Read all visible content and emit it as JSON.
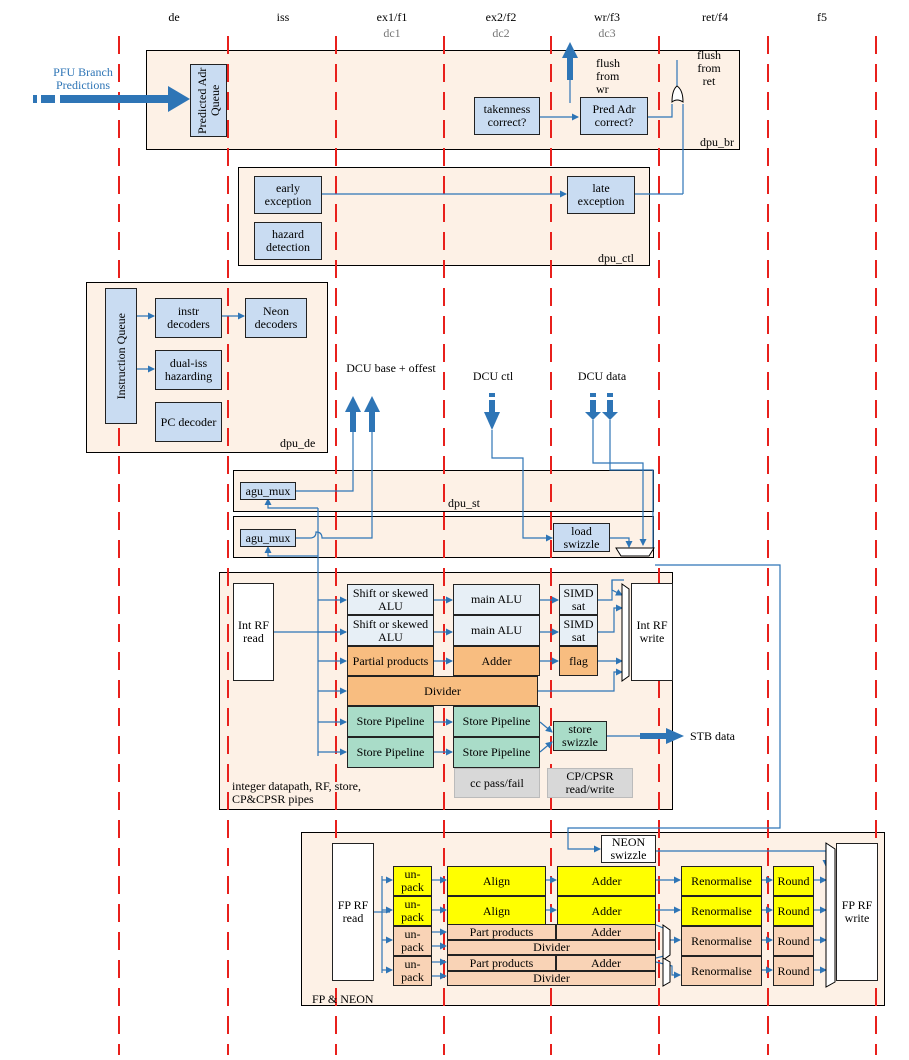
{
  "stages": [
    {
      "name": "de",
      "sub": ""
    },
    {
      "name": "iss",
      "sub": ""
    },
    {
      "name": "ex1/f1",
      "sub": "dc1"
    },
    {
      "name": "ex2/f2",
      "sub": "dc2"
    },
    {
      "name": "wr/f3",
      "sub": "dc3"
    },
    {
      "name": "ret/f4",
      "sub": ""
    },
    {
      "name": "f5",
      "sub": ""
    }
  ],
  "colors": {
    "stage_line": "#e8201c",
    "arrow": "#2e75b6",
    "region_fill": "#fdf1e6"
  },
  "pfu": {
    "label": "PFU Branch Predictions"
  },
  "dpu_br": {
    "label": "dpu_br",
    "predicted_queue": "Predicted Adr Queue",
    "takenness": "takenness correct?",
    "pred_adr": "Pred Adr correct?",
    "flush_wr": "flush from wr",
    "flush_ret": "flush from ret"
  },
  "dpu_ctl": {
    "label": "dpu_ctl",
    "early_exception": "early exception",
    "late_exception": "late exception",
    "hazard_detection": "hazard detection"
  },
  "dpu_de": {
    "label": "dpu_de",
    "instruction_queue": "Instruction Queue",
    "instr_decoders": "instr decoders",
    "neon_decoders": "Neon decoders",
    "dual_iss": "dual-iss hazarding",
    "pc_decoder": "PC decoder"
  },
  "dcu": {
    "base_offset": "DCU base + offest",
    "ctl": "DCU ctl",
    "data": "DCU data"
  },
  "dpu_st": {
    "label": "dpu_st",
    "agu_mux_1": "agu_mux",
    "agu_mux_2": "agu_mux",
    "load_swizzle": "load swizzle"
  },
  "integer": {
    "label": "integer datapath, RF, store, CP&CPSR pipes",
    "int_rf_read": "Int RF read",
    "int_rf_write": "Int RF write",
    "shift1": "Shift or skewed ALU",
    "shift2": "Shift or skewed ALU",
    "main_alu1": "main ALU",
    "main_alu2": "main ALU",
    "simd_sat1": "SIMD sat",
    "simd_sat2": "SIMD sat",
    "partial_products": "Partial products",
    "adder": "Adder",
    "flag": "flag",
    "divider": "Divider",
    "store_pipe1": "Store Pipeline",
    "store_pipe2": "Store Pipeline",
    "store_pipe3": "Store Pipeline",
    "store_pipe4": "Store Pipeline",
    "store_swizzle": "store swizzle",
    "stb_data": "STB data",
    "cc_pass": "cc pass/fail",
    "cp_cpsr": "CP/CPSR read/write"
  },
  "fp": {
    "label": "FP & NEON",
    "neon_swizzle": "NEON swizzle",
    "fp_rf_read": "FP RF read",
    "fp_rf_write": "FP RF write",
    "unpack": [
      "un-pack",
      "un-pack",
      "un-pack",
      "un-pack"
    ],
    "align1": "Align",
    "align2": "Align",
    "adder1": "Adder",
    "adder2": "Adder",
    "part_products1": "Part products",
    "adder3": "Adder",
    "divider1": "Divider",
    "part_products2": "Part products",
    "adder4": "Adder",
    "divider2": "Divider",
    "renorm": [
      "Renormalise",
      "Renormalise",
      "Renormalise",
      "Renormalise"
    ],
    "round": [
      "Round",
      "Round",
      "Round",
      "Round"
    ]
  }
}
